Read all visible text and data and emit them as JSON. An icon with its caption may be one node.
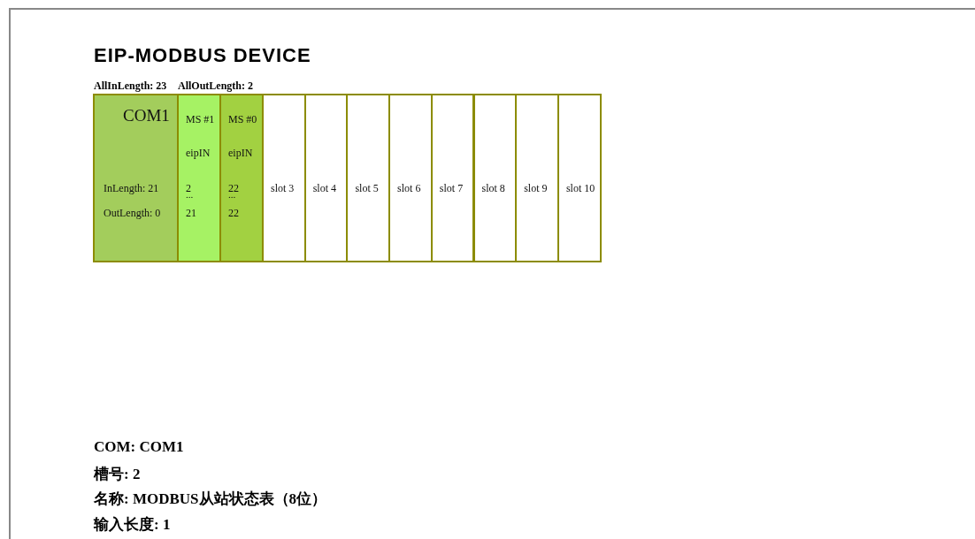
{
  "diagram": {
    "title": "EIP-MODBUS DEVICE",
    "nodes": [
      {
        "text": [
          "COM1",
          "InLength:  21",
          "OutLength:  0"
        ]
      },
      {
        "text": [
          "MS #1",
          "eipIN",
          "2",
          "...",
          "21"
        ]
      },
      {
        "text": [
          "MS #0",
          "eipIN",
          "22",
          "...",
          "22"
        ]
      },
      {
        "text": [
          "slot 3"
        ]
      },
      {
        "text": [
          "slot 4"
        ]
      },
      {
        "text": [
          "slot 5"
        ]
      },
      {
        "text": [
          "slot 6"
        ]
      },
      {
        "text": [
          "slot 7"
        ]
      },
      {
        "text": [
          "slot 8"
        ]
      },
      {
        "text": [
          "slot 9"
        ]
      },
      {
        "text": [
          "slot 10"
        ]
      }
    ],
    "labels": [
      "AllInLength:  23",
      "AllOutLength:  2",
      "COM:  COM1",
      "槽号: 2",
      "名称: MODBUS从站状态表（8位）",
      "输入长度: 1"
    ]
  }
}
